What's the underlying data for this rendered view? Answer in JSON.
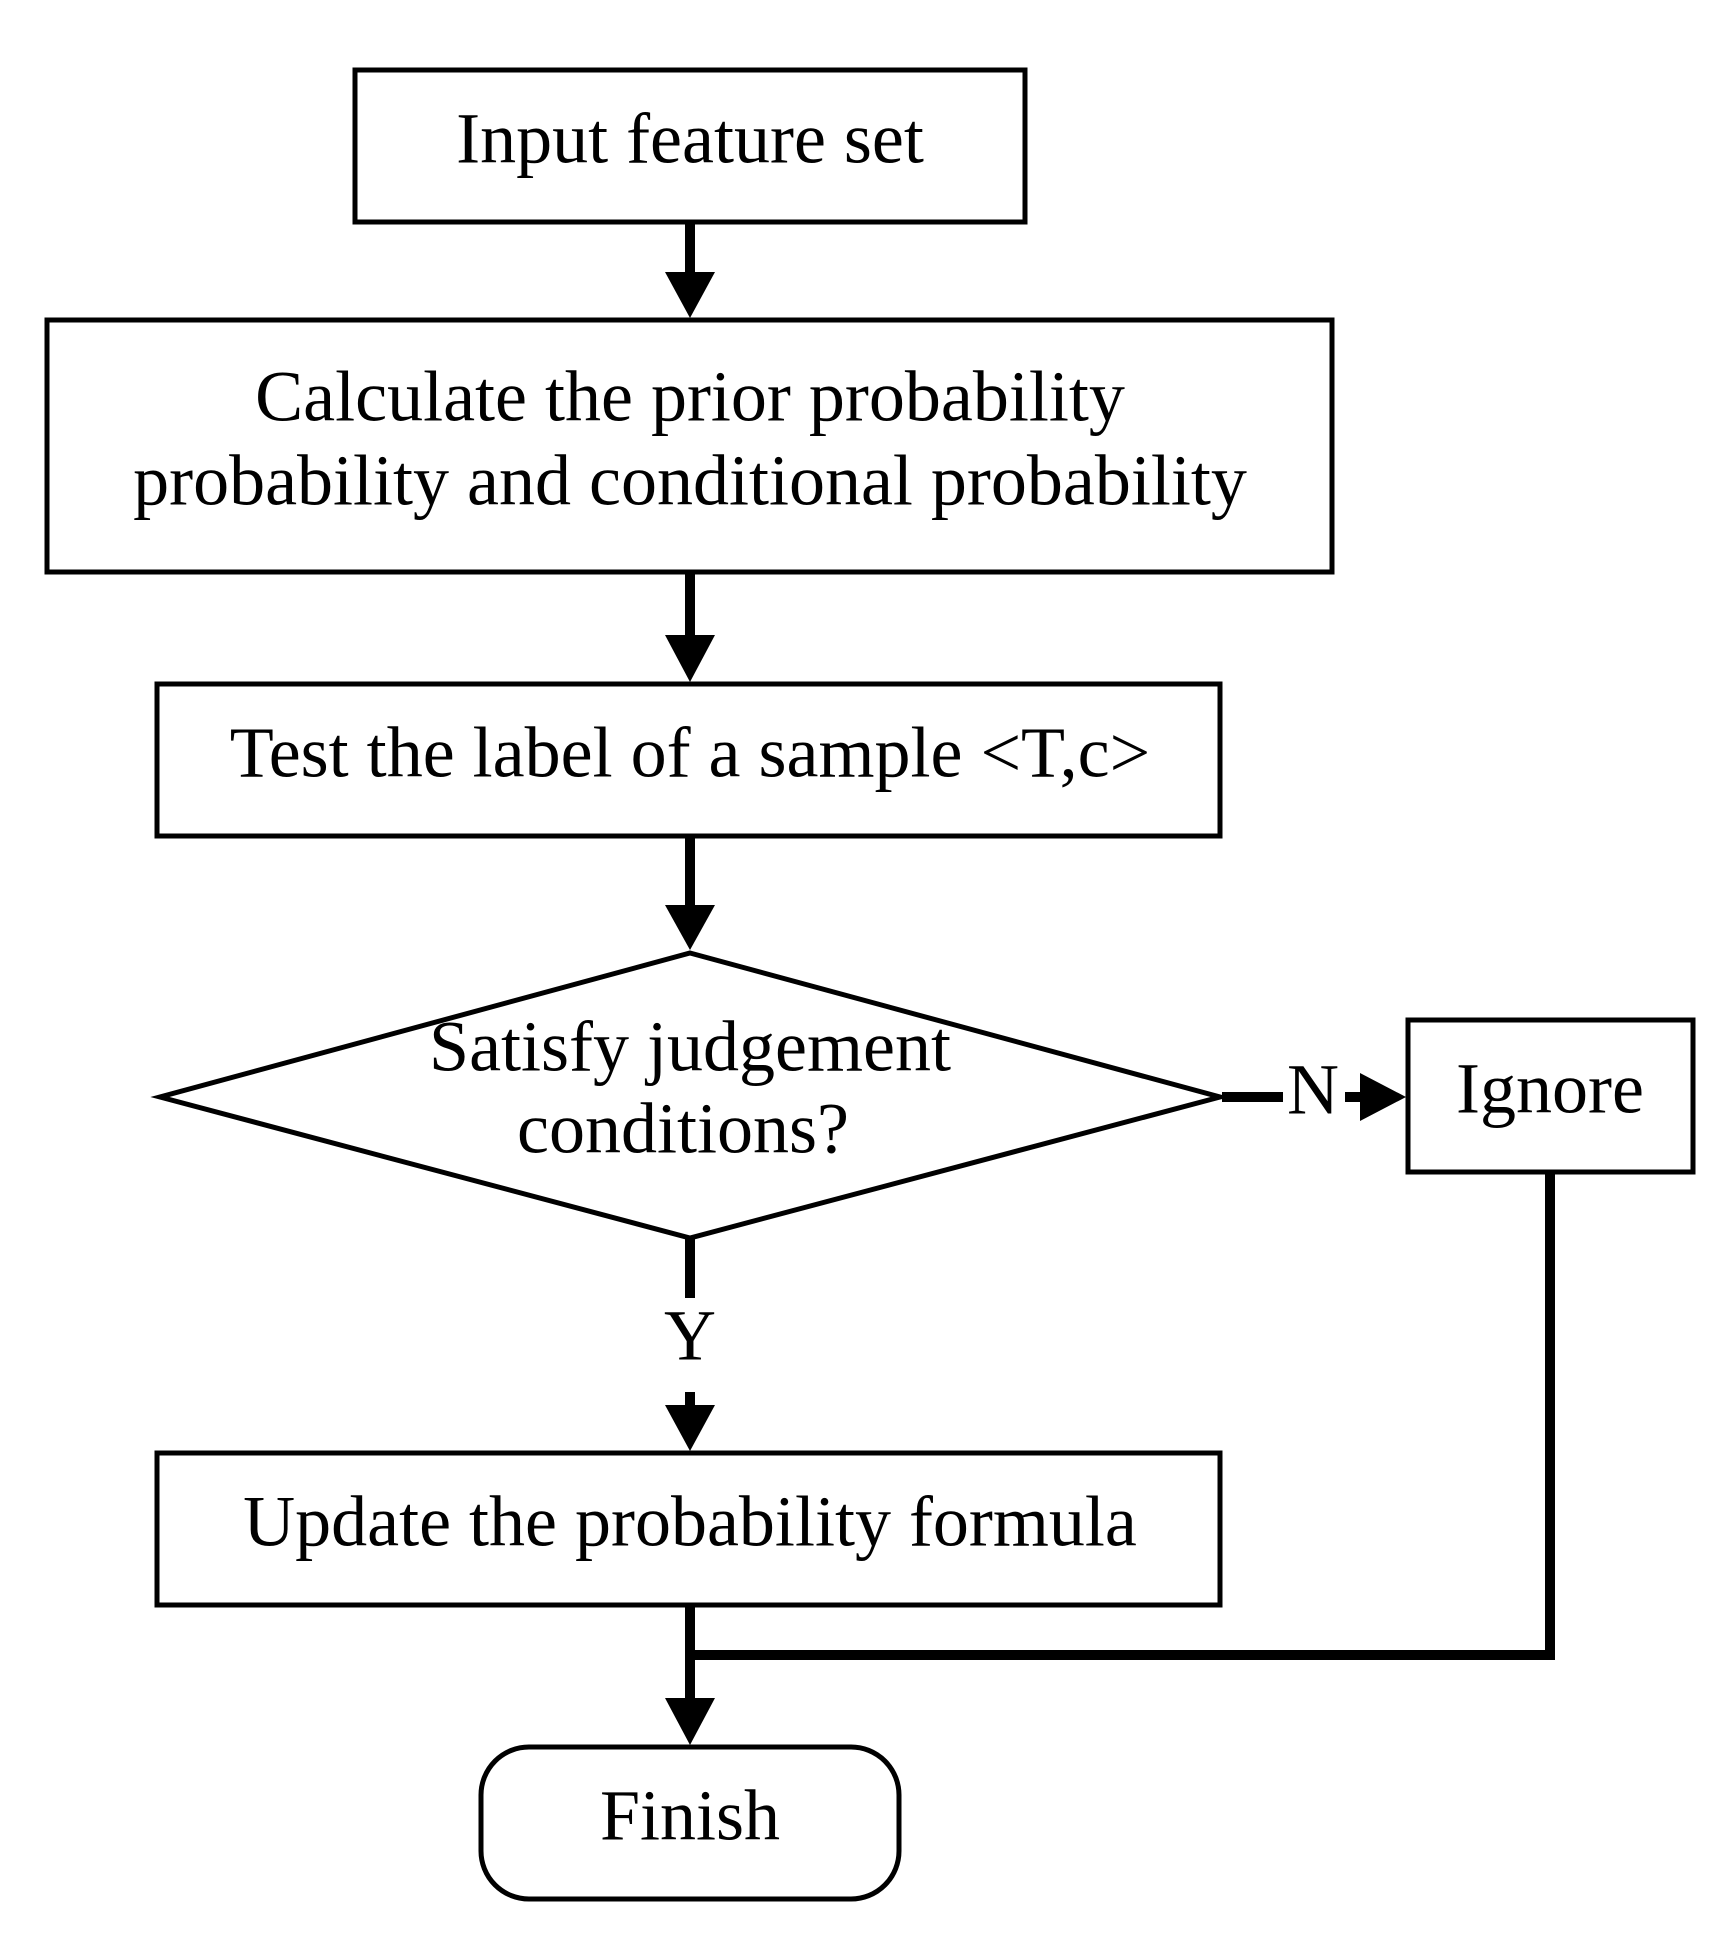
{
  "nodes": {
    "input": "Input feature set",
    "calculate": [
      "Calculate the prior probability",
      "probability and conditional probability"
    ],
    "test": "Test the label of a sample <T,c>",
    "decision": [
      "Satisfy judgement",
      "conditions?"
    ],
    "ignore": "Ignore",
    "update": "Update the probability formula",
    "finish": "Finish"
  },
  "edges": {
    "no_label": "N",
    "yes_label": "Y"
  }
}
